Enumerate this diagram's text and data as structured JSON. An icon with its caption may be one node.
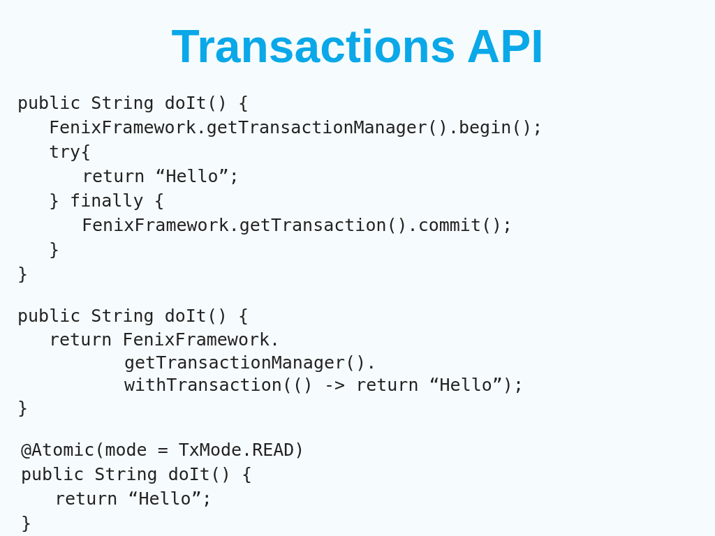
{
  "diagram": {
    "title": "Transactions API",
    "labels": [
      "public String doIt() {",
      "FenixFramework.getTransactionManager().begin();",
      "try{",
      "return “Hello”;",
      "} finally {",
      "FenixFramework.getTransaction().commit();",
      "}",
      "}",
      "public String doIt() {",
      "return FenixFramework.",
      "getTransactionManager().",
      "withTransaction(() -> return “Hello”);",
      "}",
      "@Atomic(mode = TxMode.READ)",
      "public String doIt() {",
      "return “Hello”;",
      "}"
    ]
  }
}
